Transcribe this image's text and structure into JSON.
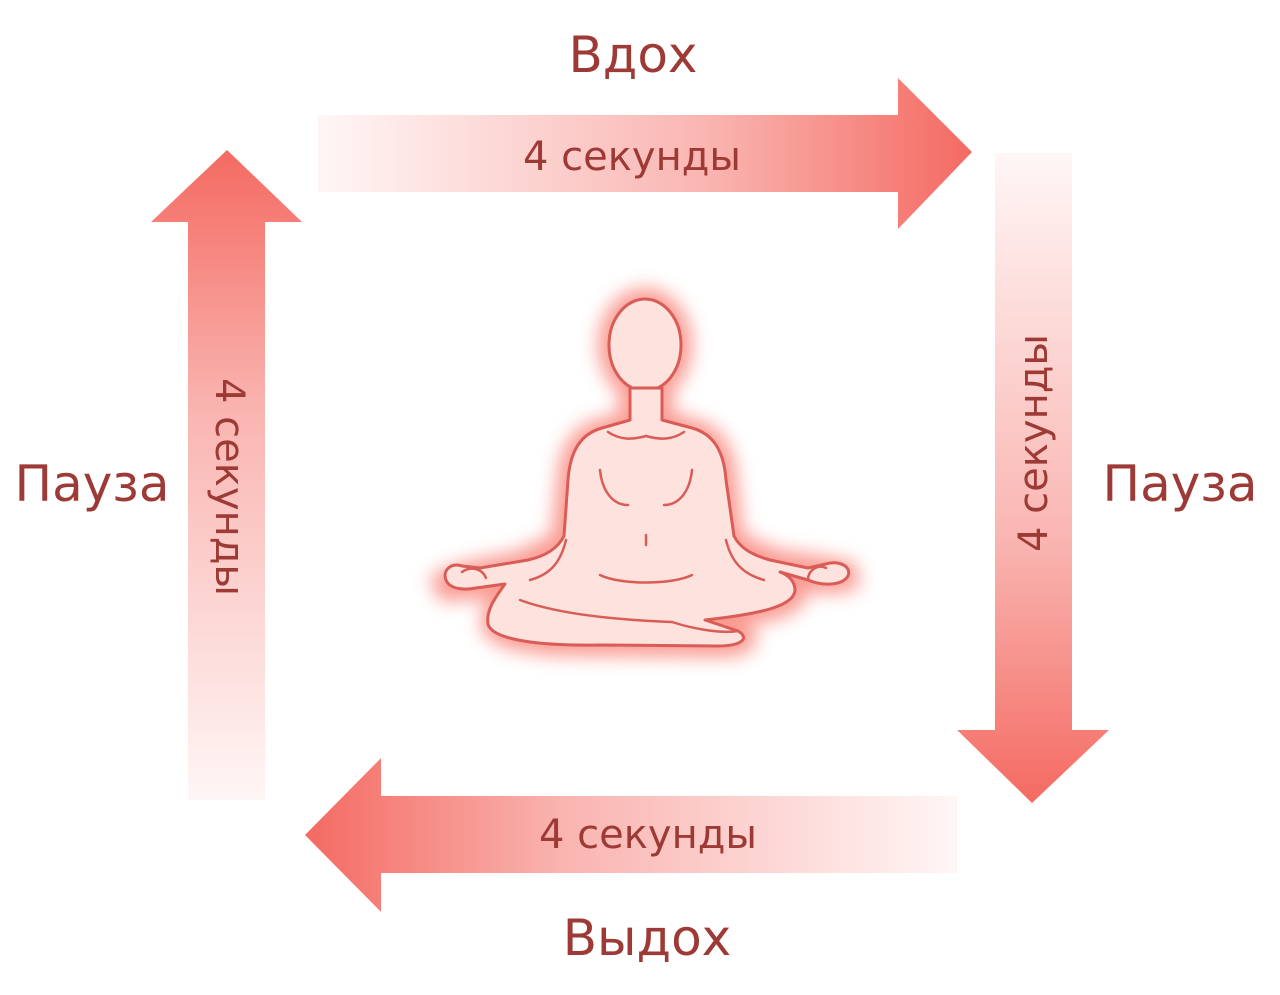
{
  "labels": {
    "inhale": "Вдох",
    "exhale": "Выдох",
    "pause_left": "Пауза",
    "pause_right": "Пауза"
  },
  "durations": {
    "top": "4 секунды",
    "right": "4 секунды",
    "bottom": "4 секунды",
    "left": "4 секунды"
  },
  "colors": {
    "text": "#9e3a36",
    "arrow": "#f46a62",
    "figure_outline": "#d95c57",
    "figure_fill": "#fde2dd",
    "glow": "#f98a80"
  },
  "icons": {
    "center": "meditating-person-icon"
  }
}
